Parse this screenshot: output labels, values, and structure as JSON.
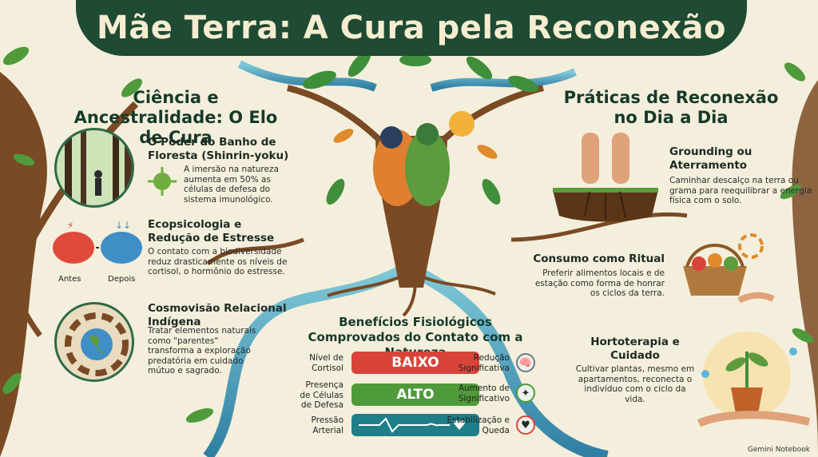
{
  "title": "Mãe Terra: A Cura pela Reconexão",
  "left": {
    "heading": "Ciência e Ancestralidade: O Elo de Cura",
    "items": [
      {
        "title": "O Poder do Banho de Floresta (Shinrin-yoku)",
        "text": "A imersão na natureza aumenta em 50% as células de defesa do sistema imunológico."
      },
      {
        "title": "Ecopsicologia e Redução de Estresse",
        "text": "O contato com a biodiversidade reduz drasticamente os níveis de cortisol, o hormônio do estresse."
      },
      {
        "title": "Cosmovisão Relacional Indígena",
        "text": "Tratar elementos naturais como \"parentes\" transforma a exploração predatória em cuidado mútuo e sagrado."
      }
    ],
    "brain_before": "Antes",
    "brain_after": "Depois"
  },
  "right": {
    "heading": "Práticas de Reconexão no Dia a Dia",
    "items": [
      {
        "title": "Grounding ou Aterramento",
        "text": "Caminhar descalço na terra ou grama para reequilibrar a energia física com o solo."
      },
      {
        "title": "Consumo como Ritual",
        "text": "Preferir alimentos locais e de estação como forma de honrar os ciclos da terra."
      },
      {
        "title": "Hortoterapia e Cuidado",
        "text": "Cultivar plantas, mesmo em apartamentos, reconecta o indivíduo com o ciclo da vida."
      }
    ]
  },
  "benefits": {
    "heading": "Benefícios Fisiológicos Comprovados do Contato com a Natureza",
    "rows": [
      {
        "label": "Nível de Cortisol",
        "value": "BAIXO",
        "result": "Redução Significativa",
        "color": "#d9443a",
        "icon": "brain-icon"
      },
      {
        "label": "Presença de Células de Defesa",
        "value": "ALTO",
        "result": "Aumento de Significativo",
        "color": "#4f9a3a",
        "icon": "shield-cell-icon"
      },
      {
        "label": "Pressão Arterial",
        "value": "",
        "result": "Estabilização e Queda",
        "color": "#1f7f88",
        "icon": "heart-pulse-icon"
      }
    ]
  },
  "watermark": "Gemini Notebook",
  "colors": {
    "dark_green": "#1f4a34",
    "river": "#3f93b8",
    "bark": "#7a4a24"
  }
}
